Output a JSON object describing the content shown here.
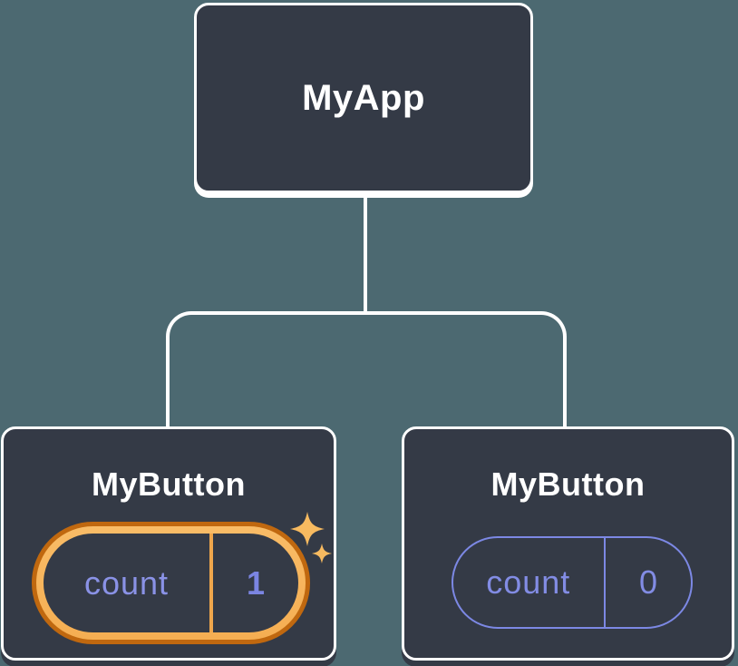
{
  "diagram": {
    "type": "component-tree",
    "background_color": "#4C6971",
    "node_fill_color": "#343A46",
    "node_border_color": "#FFFFFF",
    "connector_color": "#FFFFFF",
    "root": {
      "label": "MyApp"
    },
    "children": [
      {
        "label": "MyButton",
        "state": {
          "key": "count",
          "value": "1"
        },
        "highlighted": true,
        "highlight_colors": {
          "ring_outer": "#C0680F",
          "ring_inner": "#F8B75F",
          "divider": "#EFA64C",
          "sparkles": "#F7BA60"
        },
        "state_text_colors": {
          "key": "#8A92E6",
          "value": "#7B85E2"
        }
      },
      {
        "label": "MyButton",
        "state": {
          "key": "count",
          "value": "0"
        },
        "highlighted": false,
        "pill_border_color": "#7C88E4",
        "state_text_colors": {
          "key": "#828CE4",
          "value": "#828CE4"
        }
      }
    ],
    "title_text_color": "#FFFFFF"
  }
}
